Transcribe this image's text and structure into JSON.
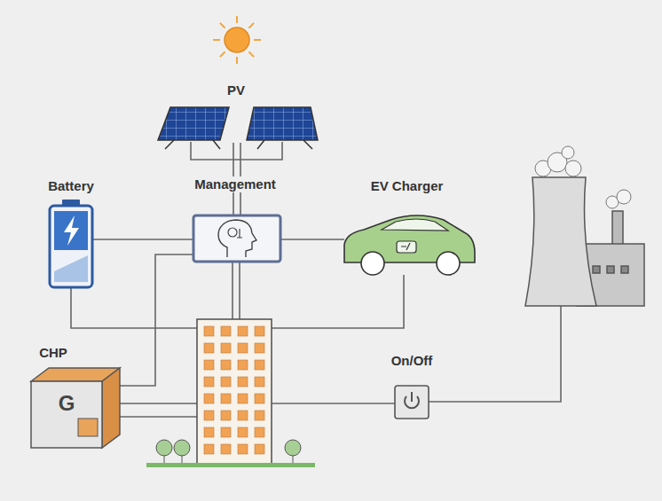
{
  "diagram": {
    "nodes": [
      {
        "text": [
          "PV"
        ]
      },
      {
        "text": [
          "Battery"
        ]
      },
      {
        "text": [
          "Management"
        ]
      },
      {
        "text": [
          "EV Charger"
        ]
      },
      {
        "text": [
          "CHP",
          "G"
        ]
      },
      {
        "text": [
          "On/Off"
        ]
      }
    ],
    "edges": [
      {
        "from": 0,
        "to": 2,
        "arrow": "none"
      },
      {
        "from": 2,
        "to": 1,
        "arrow": "none"
      },
      {
        "from": 2,
        "to": 3,
        "arrow": "none"
      },
      {
        "from": 2,
        "to": 4,
        "arrow": "none"
      },
      {
        "from": 1,
        "to": 3,
        "arrow": "none"
      }
    ]
  }
}
